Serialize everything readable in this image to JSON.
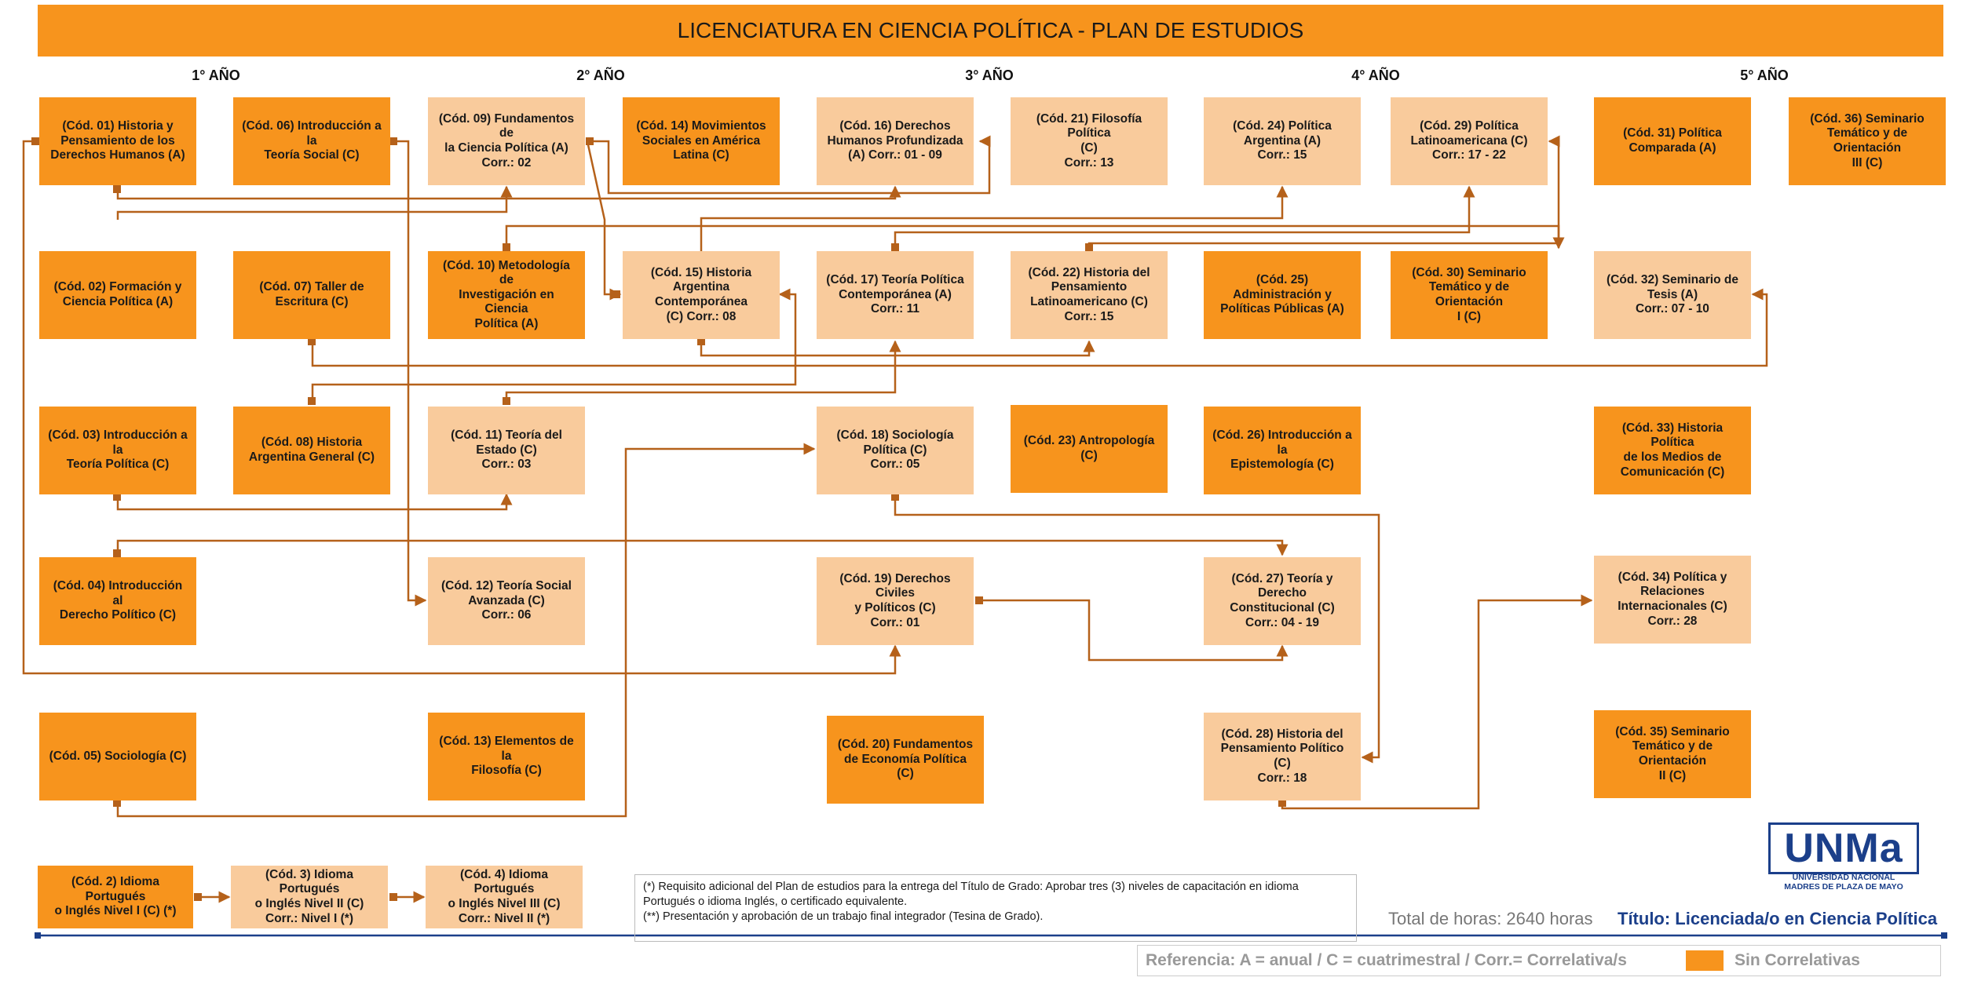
{
  "title": "LICENCIATURA EN CIENCIA POLÍTICA - PLAN DE ESTUDIOS",
  "years": [
    "1° AÑO",
    "2° AÑO",
    "3° AÑO",
    "4° AÑO",
    "5° AÑO"
  ],
  "courses": [
    {
      "id": "c01",
      "text": "(Cód. 01) Historia y\nPensamiento de los\nDerechos Humanos (A)",
      "shade": "dark"
    },
    {
      "id": "c02",
      "text": "(Cód. 02) Formación y\nCiencia Política (A)",
      "shade": "dark"
    },
    {
      "id": "c03",
      "text": "(Cód. 03) Introducción a la\nTeoría Política (C)",
      "shade": "dark"
    },
    {
      "id": "c04",
      "text": "(Cód. 04) Introducción al\nDerecho Político (C)",
      "shade": "dark"
    },
    {
      "id": "c05",
      "text": "(Cód. 05) Sociología (C)",
      "shade": "dark"
    },
    {
      "id": "c06",
      "text": "(Cód. 06) Introducción a la\nTeoría Social  (C)",
      "shade": "dark"
    },
    {
      "id": "c07",
      "text": "(Cód. 07) Taller de\nEscritura (C)",
      "shade": "dark"
    },
    {
      "id": "c08",
      "text": "(Cód. 08) Historia\nArgentina General (C)",
      "shade": "dark"
    },
    {
      "id": "c09",
      "text": "(Cód. 09) Fundamentos de\nla Ciencia Política (A)\nCorr.: 02",
      "shade": "light"
    },
    {
      "id": "c10",
      "text": "(Cód. 10) Metodología de\nInvestigación en Ciencia\nPolítica (A)",
      "shade": "dark"
    },
    {
      "id": "c11",
      "text": "(Cód. 11) Teoría del\nEstado (C)\nCorr.: 03",
      "shade": "light"
    },
    {
      "id": "c12",
      "text": "(Cód. 12)  Teoría Social\nAvanzada (C)\nCorr.: 06",
      "shade": "light"
    },
    {
      "id": "c13",
      "text": "(Cód. 13)  Elementos de la\nFilosofía (C)",
      "shade": "dark"
    },
    {
      "id": "c14",
      "text": "(Cód. 14) Movimientos\nSociales en América\nLatina (C)",
      "shade": "dark"
    },
    {
      "id": "c15",
      "text": "(Cód. 15) Historia\nArgentina Contemporánea\n(C)  Corr.: 08",
      "shade": "light"
    },
    {
      "id": "c16",
      "text": "(Cód. 16) Derechos\nHumanos Profundizada\n(A) Corr.: 01 - 09",
      "shade": "light"
    },
    {
      "id": "c17",
      "text": "(Cód. 17) Teoría Política\nContemporánea (A)\nCorr.: 11",
      "shade": "light"
    },
    {
      "id": "c18",
      "text": "(Cód. 18) Sociología\nPolítica (C)\nCorr.: 05",
      "shade": "light"
    },
    {
      "id": "c19",
      "text": "(Cód. 19) Derechos Civiles\ny Políticos (C)\nCorr.: 01",
      "shade": "light"
    },
    {
      "id": "c20",
      "text": "(Cód. 20)  Fundamentos\nde Economía Política (C)",
      "shade": "dark"
    },
    {
      "id": "c21",
      "text": "(Cód. 21) Filosofía Política\n(C)\nCorr.: 13",
      "shade": "light"
    },
    {
      "id": "c22",
      "text": "(Cód. 22) Historia del\nPensamiento\nLatinoamericano (C)\nCorr.: 15",
      "shade": "light"
    },
    {
      "id": "c23",
      "text": "(Cód. 23) Antropología (C)",
      "shade": "dark"
    },
    {
      "id": "c24",
      "text": "(Cód. 24) Política\nArgentina (A)\nCorr.: 15",
      "shade": "light"
    },
    {
      "id": "c25",
      "text": "(Cód. 25) Administración y\nPolíticas Públicas (A)",
      "shade": "dark"
    },
    {
      "id": "c26",
      "text": "(Cód. 26) Introducción a la\nEpistemología (C)",
      "shade": "dark"
    },
    {
      "id": "c27",
      "text": "(Cód. 27) Teoría y Derecho\nConstitucional (C)\nCorr.: 04 - 19",
      "shade": "light"
    },
    {
      "id": "c28",
      "text": "(Cód. 28) Historia del\nPensamiento Político (C)\nCorr.: 18",
      "shade": "light"
    },
    {
      "id": "c29",
      "text": "(Cód. 29) Política\nLatinoamericana (C)\nCorr.: 17 - 22",
      "shade": "light"
    },
    {
      "id": "c30",
      "text": "(Cód. 30) Seminario\nTemático y de Orientación\nI (C)",
      "shade": "dark"
    },
    {
      "id": "c31",
      "text": "(Cód. 31) Política\nComparada (A)",
      "shade": "dark"
    },
    {
      "id": "c32",
      "text": "(Cód. 32) Seminario de\nTesis (A)\nCorr.: 07 - 10",
      "shade": "light"
    },
    {
      "id": "c33",
      "text": "(Cód. 33) Historia Política\nde los Medios de\nComunicación (C)",
      "shade": "dark"
    },
    {
      "id": "c34",
      "text": "(Cód. 34) Política y\nRelaciones\nInternacionales (C)\nCorr.: 28",
      "shade": "light"
    },
    {
      "id": "c35",
      "text": "(Cód. 35) Seminario\nTemático y de Orientación\nII (C)",
      "shade": "dark"
    },
    {
      "id": "c36",
      "text": "(Cód. 36) Seminario\nTemático y de Orientación\nIII (C)",
      "shade": "dark"
    },
    {
      "id": "l1",
      "text": "(Cód. 2) Idioma Portugués\no Inglés Nivel I  (C)  (*)",
      "shade": "dark"
    },
    {
      "id": "l2",
      "text": "(Cód. 3) Idioma Portugués\no Inglés Nivel II (C)\nCorr.: Nivel I (*)",
      "shade": "light"
    },
    {
      "id": "l3",
      "text": "(Cód. 4) Idioma Portugués\no Inglés Nivel III (C)\nCorr.: Nivel II (*)",
      "shade": "light"
    }
  ],
  "notes": [
    "(*) Requisito adicional del Plan de estudios para la entrega del Título de Grado:  Aprobar tres (3) niveles de capacitación en idioma Portugués o idioma Inglés, o certificado equivalente.",
    "(**) Presentación y aprobación de un trabajo final integrador (Tesina de Grado)."
  ],
  "total_hours": "Total de horas: 2640 horas",
  "degree_title": "Título: Licenciada/o en Ciencia Política",
  "reference": "Referencia:    A = anual / C = cuatrimestral / Corr.= Correlativa/s",
  "legend_no_prereq": "Sin Correlativas",
  "logo": {
    "word": "UNMa",
    "line1": "UNIVERSIDAD NACIONAL",
    "line2": "MADRES DE PLAZA DE MAYO"
  },
  "colors": {
    "dark": "#f7941d",
    "light": "#f9cb9c",
    "line": "#b5611a",
    "navy": "#1b3f8a"
  }
}
